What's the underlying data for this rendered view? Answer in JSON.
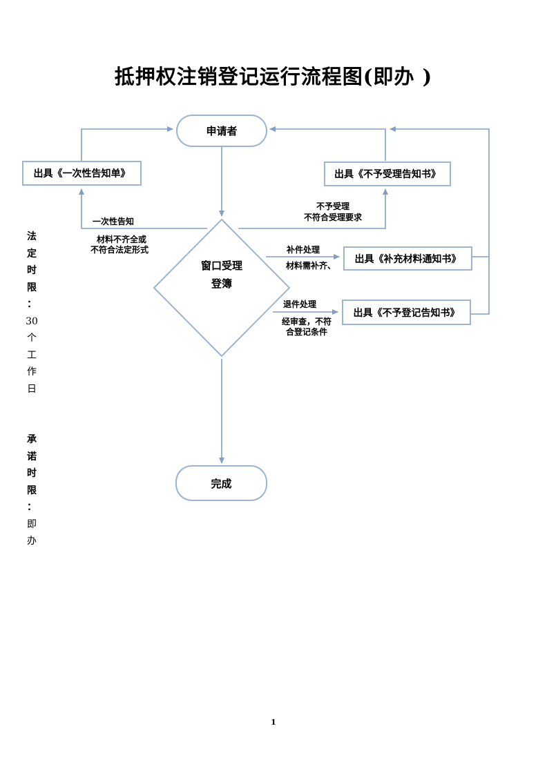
{
  "title": "抵押权注销登记运行流程图(即办 )",
  "nodes": {
    "applicant": "申请者",
    "one_time_notice": "出具《一次性告知单》",
    "not_accept_notice": "出具《不予受理告知书》",
    "window_line1": "窗口受理",
    "window_line2": "登簿",
    "supplement_notice": "出具《补充材料通知书》",
    "not_register_notice": "出具《不予登记告知书》",
    "done": "完成"
  },
  "edge_labels": {
    "one_time_tell": "一次性告知",
    "materials_incomplete_1": "材料不齐全或",
    "materials_incomplete_2": "不符合法定形式",
    "not_accept_1": "不予受理",
    "not_accept_2": "不符合受理要求",
    "supplement_1": "补件处理",
    "supplement_2": "材料需补齐、",
    "return_1": "退件处理",
    "return_2": "经审查，不符",
    "return_3": "合登记条件"
  },
  "side_note": {
    "legal_label": [
      "法",
      "定",
      "时",
      "限",
      "："
    ],
    "legal_value": [
      "30",
      "个",
      "工",
      "作",
      "日"
    ],
    "promise_label": [
      "承",
      "诺",
      "时",
      "限",
      "："
    ],
    "promise_value": [
      "即",
      "办"
    ]
  },
  "page_number": "1",
  "colors": {
    "line": "#7f9fc4",
    "box_border": "#9bb4cf"
  }
}
